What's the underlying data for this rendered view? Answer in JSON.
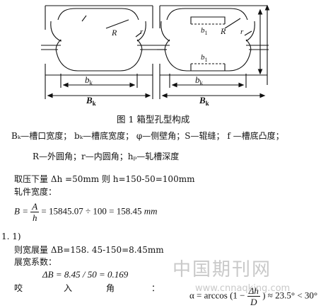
{
  "figure": {
    "labels": {
      "bk": "b",
      "Bk": "B",
      "k": "k",
      "R": "R",
      "r": "r",
      "b1": "b",
      "one": "1"
    },
    "caption": "图 1   箱型孔型构成"
  },
  "legend": {
    "line1": "Bₖ—槽口宽度；  bₖ—槽底宽度；  φ—侧壁角；S—辊缝；  f —槽底凸度；",
    "line2": "R—外圆角；r—内圆角；hₚ—轧槽深度"
  },
  "body": {
    "reduction": "取压下量 Δh =50mm 则 h=150-50=100mm",
    "width_label": "轧件宽度：",
    "eq_B": {
      "lhs": "B =",
      "num": "A",
      "den": "h",
      "rhs": "= 15845.07 ÷ 100 = 158.45",
      "unit": "mm"
    },
    "section_num": "1. 1)",
    "spread": "则宽展量 ΔB=158. 45-150=8.45mm",
    "coef_label": "展宽系数：",
    "eq_coef": "ΔB = 8.45 / 50 = 0.169",
    "bite_chars": [
      "咬",
      "入",
      "角",
      "："
    ],
    "eq_alpha": {
      "lhs": "α = arccos (1 −",
      "num": "Δh",
      "den": "D",
      "rhs": ") ≈ 23.5° < 30°"
    }
  },
  "watermark": {
    "cn": "中国期刊网",
    "url": "www.cnnaqking.com"
  }
}
